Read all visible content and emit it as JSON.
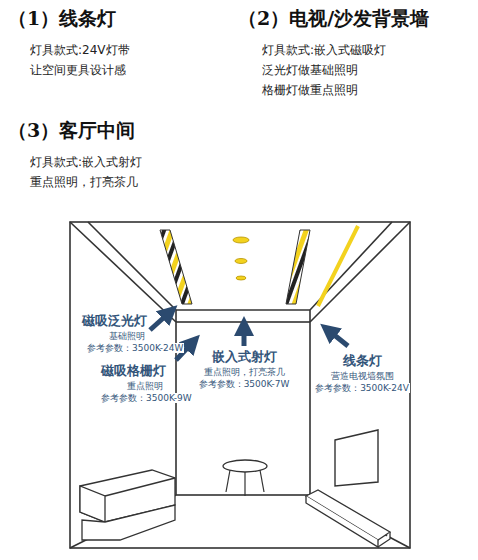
{
  "diagram": {
    "labels": [
      "（1）线条灯",
      "灯具款式:24V灯带",
      "让空间更具设计感",
      "（2）电视/沙发背景墙",
      "灯具款式:嵌入式磁吸灯",
      "泛光灯做基础照明",
      "格栅灯做重点照明",
      "（3）客厅中间",
      "灯具款式:嵌入式射灯",
      "重点照明，打亮茶几",
      "磁吸泛光灯",
      "基础照明",
      "参考参数：3500K-24W",
      "磁吸格栅灯",
      "重点照明",
      "参考参数：3500K-9W",
      "嵌入式射灯",
      "重点照明，打亮茶几",
      "参考参数：3500K-7W",
      "线条灯",
      "营造电视墙氛围",
      "参考参数：3500K-24V"
    ]
  }
}
